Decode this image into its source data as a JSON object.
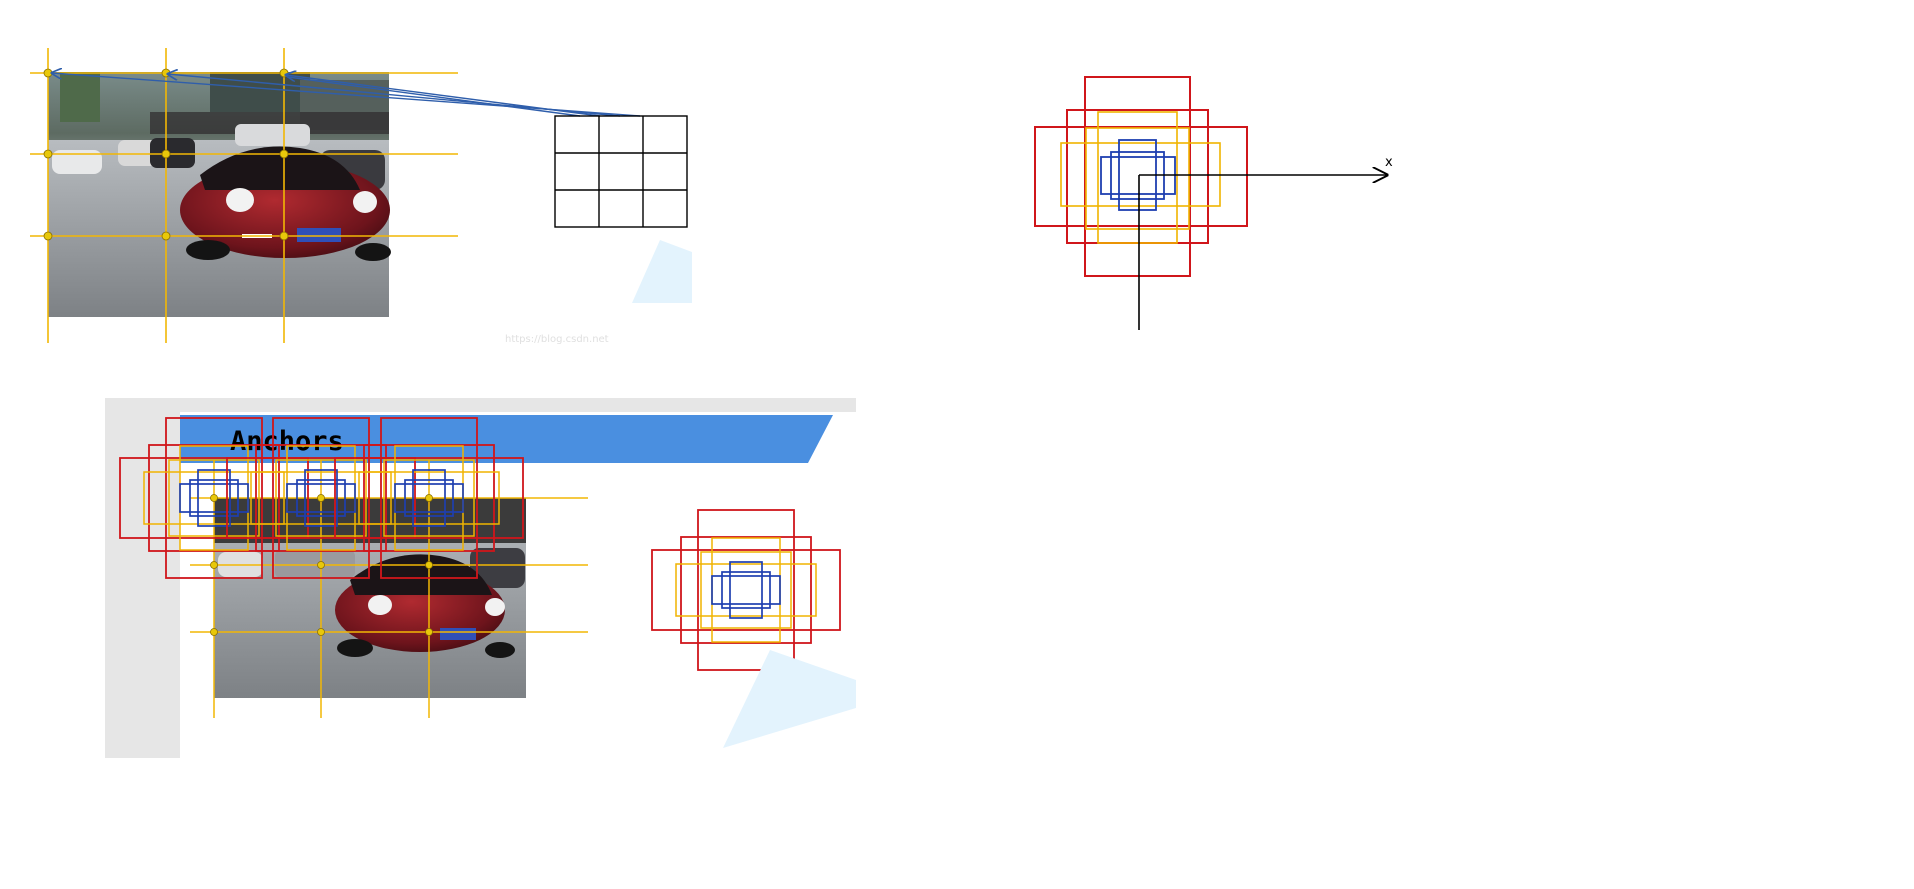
{
  "slide": {
    "title": "Anchors"
  },
  "anchor_diagram": {
    "axis_label": "x"
  },
  "watermark": {
    "text": "https://blog.csdn.net"
  },
  "colors": {
    "grid_line": "#f2b705",
    "anchor_point": "#e8c80a",
    "large_box": "#d0161b",
    "medium_box": "#f0b400",
    "small_box": "#1f3fb0",
    "arrow": "#2f5eab",
    "title_bar": "#4a8fe0",
    "light_triangle": "#e3f3fd",
    "axis": "#000000"
  },
  "images": [
    {
      "name": "street-scene-photo",
      "description_icon": "car-photo"
    },
    {
      "name": "slide-street-scene-photo",
      "description_icon": "car-photo"
    }
  ]
}
